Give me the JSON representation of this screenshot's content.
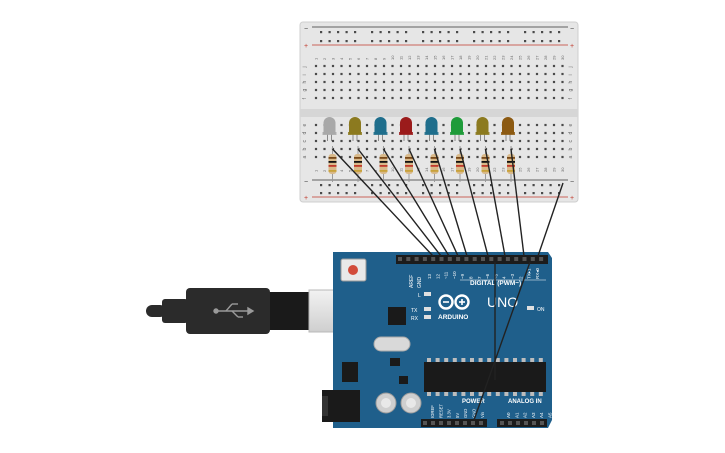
{
  "breadboard": {
    "column_numbers": [
      "1",
      "2",
      "3",
      "4",
      "5",
      "6",
      "7",
      "8",
      "9",
      "10",
      "11",
      "12",
      "13",
      "14",
      "15",
      "16",
      "17",
      "18",
      "19",
      "20",
      "21",
      "22",
      "23",
      "24",
      "25",
      "26",
      "27",
      "28",
      "29",
      "30"
    ],
    "row_letters_top": [
      "j",
      "i",
      "h",
      "g",
      "f"
    ],
    "row_letters_bottom": [
      "e",
      "d",
      "c",
      "b",
      "a"
    ],
    "rail_minus": "−",
    "rail_plus": "+"
  },
  "leds": [
    {
      "name": "white-led",
      "color": "#a8a8a8"
    },
    {
      "name": "olive-led-1",
      "color": "#8c7a1f"
    },
    {
      "name": "blue-led-1",
      "color": "#1f6e8c"
    },
    {
      "name": "red-led",
      "color": "#9b1b1b"
    },
    {
      "name": "blue-led-2",
      "color": "#1f6e8c"
    },
    {
      "name": "green-led",
      "color": "#1f9b3a"
    },
    {
      "name": "olive-led-2",
      "color": "#8c7a1f"
    },
    {
      "name": "brown-led",
      "color": "#8c5a12"
    }
  ],
  "wire_color": "#222222",
  "arduino": {
    "board_color": "#1f5f8b",
    "brand": "ARDUINO",
    "model": "UNO",
    "header_digital": "DIGITAL (PWM~)",
    "header_power": "POWER",
    "header_analog": "ANALOG IN",
    "aref": "AREF",
    "gnd": "GND",
    "pin_labels_digital": [
      "13",
      "12",
      "~11",
      "~10",
      "~9",
      "8",
      "7",
      "~6",
      "~5",
      "4",
      "~3",
      "2",
      "TX▸1",
      "RX◂0"
    ],
    "pin_labels_power": [
      "IOREF",
      "RESET",
      "3.3V",
      "5V",
      "GND",
      "GND",
      "Vin"
    ],
    "pin_labels_analog": [
      "A0",
      "A1",
      "A2",
      "A3",
      "A4",
      "A5"
    ],
    "led_l": "L",
    "led_tx": "TX",
    "led_rx": "RX",
    "led_on": "ON"
  },
  "usb_cable": {
    "color": "#2b2b2b"
  }
}
